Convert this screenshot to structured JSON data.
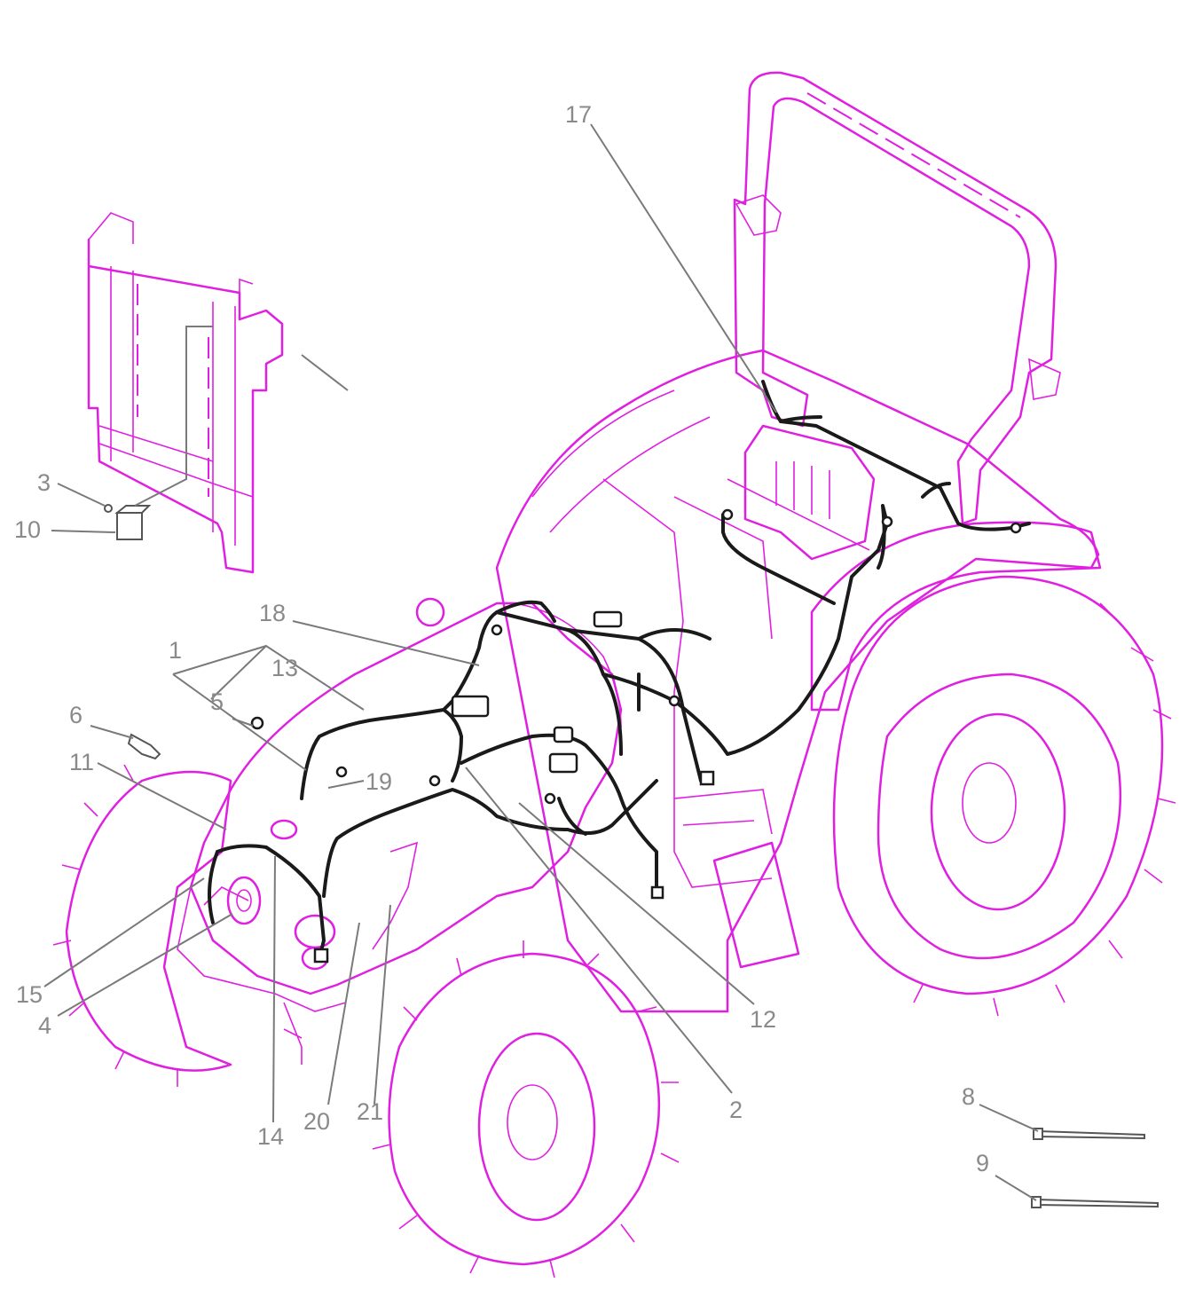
{
  "colors": {
    "outline": "#e020e0",
    "harness": "#1a1a1a",
    "label": "#8a8a8a",
    "background": "#ffffff"
  },
  "callouts": [
    {
      "id": "c1",
      "text": "1"
    },
    {
      "id": "c2",
      "text": "2"
    },
    {
      "id": "c3",
      "text": "3"
    },
    {
      "id": "c4",
      "text": "4"
    },
    {
      "id": "c5",
      "text": "5"
    },
    {
      "id": "c6",
      "text": "6"
    },
    {
      "id": "c8",
      "text": "8"
    },
    {
      "id": "c9",
      "text": "9"
    },
    {
      "id": "c10",
      "text": "10"
    },
    {
      "id": "c11",
      "text": "11"
    },
    {
      "id": "c12",
      "text": "12"
    },
    {
      "id": "c13",
      "text": "13"
    },
    {
      "id": "c14",
      "text": "14"
    },
    {
      "id": "c15",
      "text": "15"
    },
    {
      "id": "c17",
      "text": "17"
    },
    {
      "id": "c18",
      "text": "18"
    },
    {
      "id": "c19",
      "text": "19"
    },
    {
      "id": "c20",
      "text": "20"
    },
    {
      "id": "c21",
      "text": "21"
    }
  ]
}
